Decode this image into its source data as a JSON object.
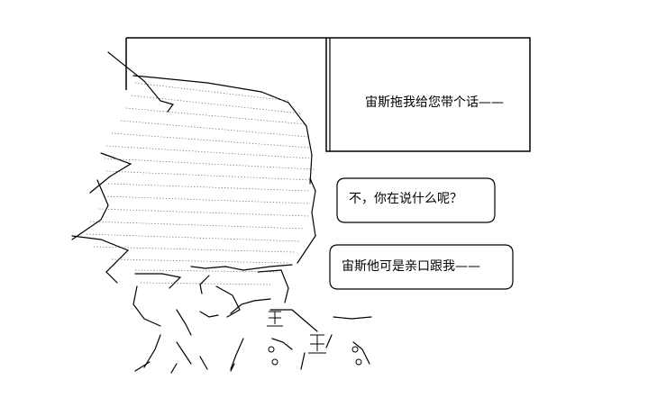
{
  "caption": {
    "text": "宙斯拖我给您带个话——"
  },
  "bubbles": [
    {
      "text": "不，你在说什么呢？"
    },
    {
      "text": "宙斯他可是亲口跟我——"
    }
  ],
  "ascii_art": {
    "figure": "shaded-character",
    "colors": {
      "ink": "#000000",
      "background": "#ffffff",
      "shade": "#555555"
    }
  }
}
